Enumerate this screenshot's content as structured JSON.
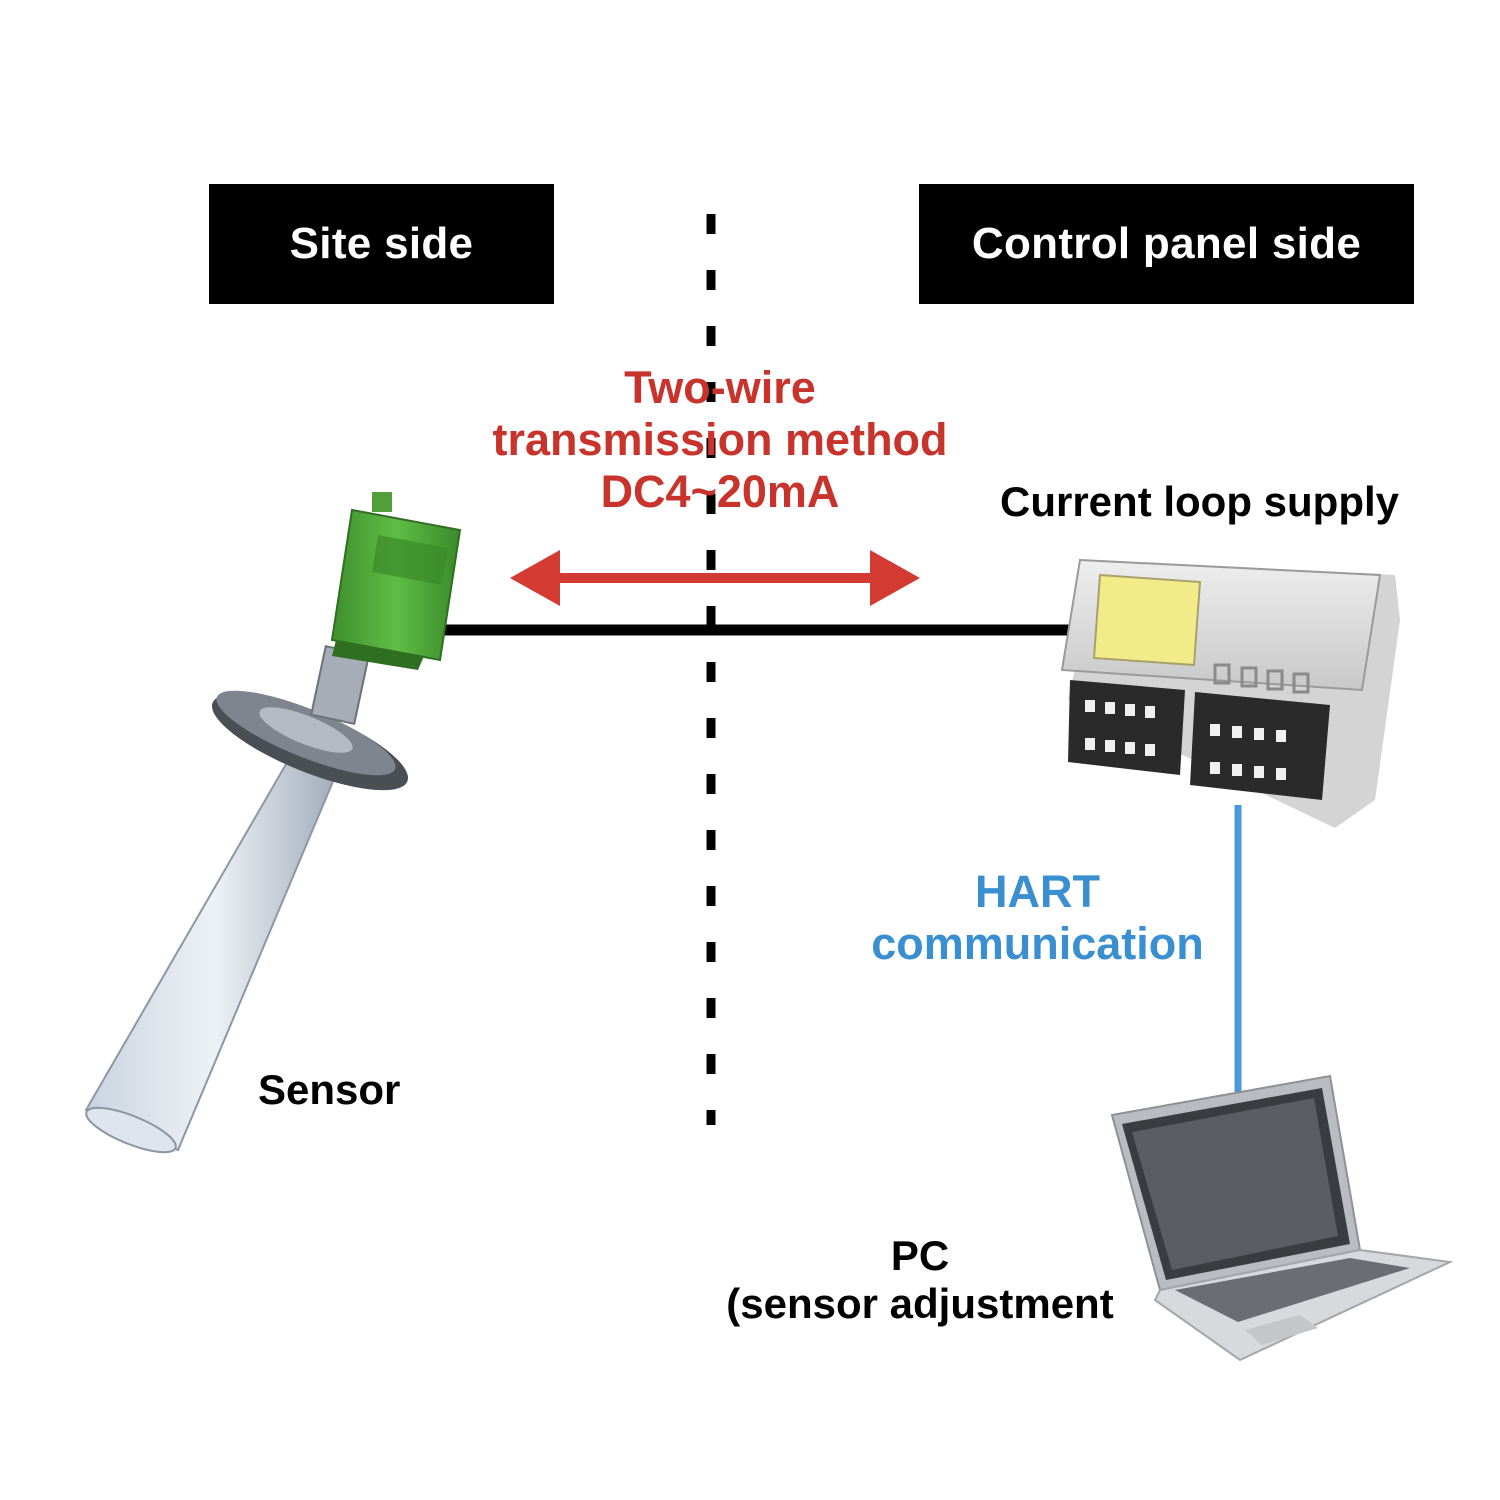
{
  "headers": {
    "site": "Site side",
    "panel": "Control panel side"
  },
  "transmission": {
    "line1": "Two-wire",
    "line2": "transmission method",
    "line3": "DC4~20mA"
  },
  "devices": {
    "sensor": "Sensor",
    "supply": "Current loop supply",
    "pc_line1": "PC",
    "pc_line2": "(sensor adjustment"
  },
  "hart": {
    "line1": "HART",
    "line2": "communication"
  },
  "colors": {
    "transmission": "#c8332b",
    "hart": "#3a8fd1",
    "sensor_body": "#4fa83a",
    "divider": "#000000"
  },
  "icons": [
    "radar-level-sensor",
    "din-rail-module",
    "laptop"
  ]
}
